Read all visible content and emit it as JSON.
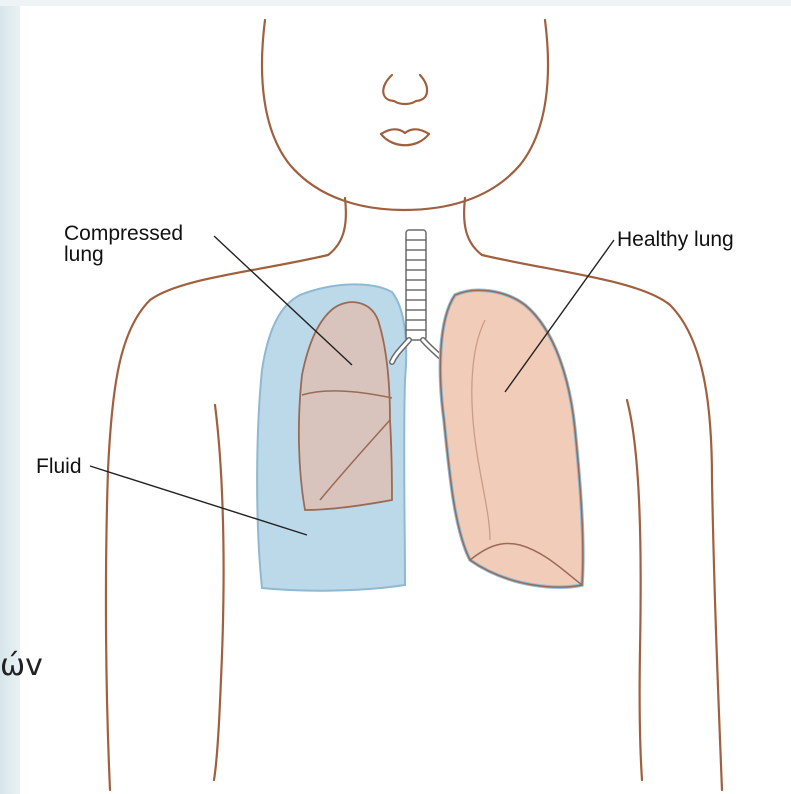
{
  "labels": {
    "compressed_lung": "Compressed\nlung",
    "healthy_lung": "Healthy lung",
    "fluid": "Fluid"
  },
  "fragment_text": "ώv",
  "colors": {
    "skin_outline": "#a0603e",
    "fluid": "#bcd9ea",
    "fluid_outline": "#8fb9d2",
    "compressed_lung": "#d8c4bc",
    "healthy_lung": "#f1cdb9",
    "lung_outline": "#9a6a55",
    "leader_line": "#222222"
  }
}
